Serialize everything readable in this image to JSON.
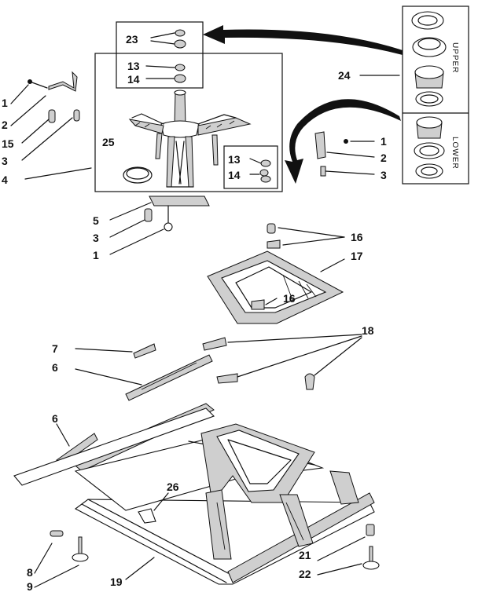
{
  "callouts": {
    "c1a": "1",
    "c2a": "2",
    "c15": "15",
    "c3a": "3",
    "c4": "4",
    "c25": "25",
    "c23": "23",
    "c13a": "13",
    "c14a": "14",
    "c13b": "13",
    "c14b": "14",
    "c24": "24",
    "c1b": "1",
    "c2b": "2",
    "c3b": "3",
    "c5": "5",
    "c3c": "3",
    "c1c": "1",
    "c16a": "16",
    "c16b": "16",
    "c17": "17",
    "c7": "7",
    "c6a": "6",
    "c18": "18",
    "c6b": "6",
    "c26": "26",
    "c8": "8",
    "c9": "9",
    "c19": "19",
    "c21": "21",
    "c22": "22"
  },
  "side_labels": {
    "upper": "UPPER",
    "lower": "LOWER"
  }
}
